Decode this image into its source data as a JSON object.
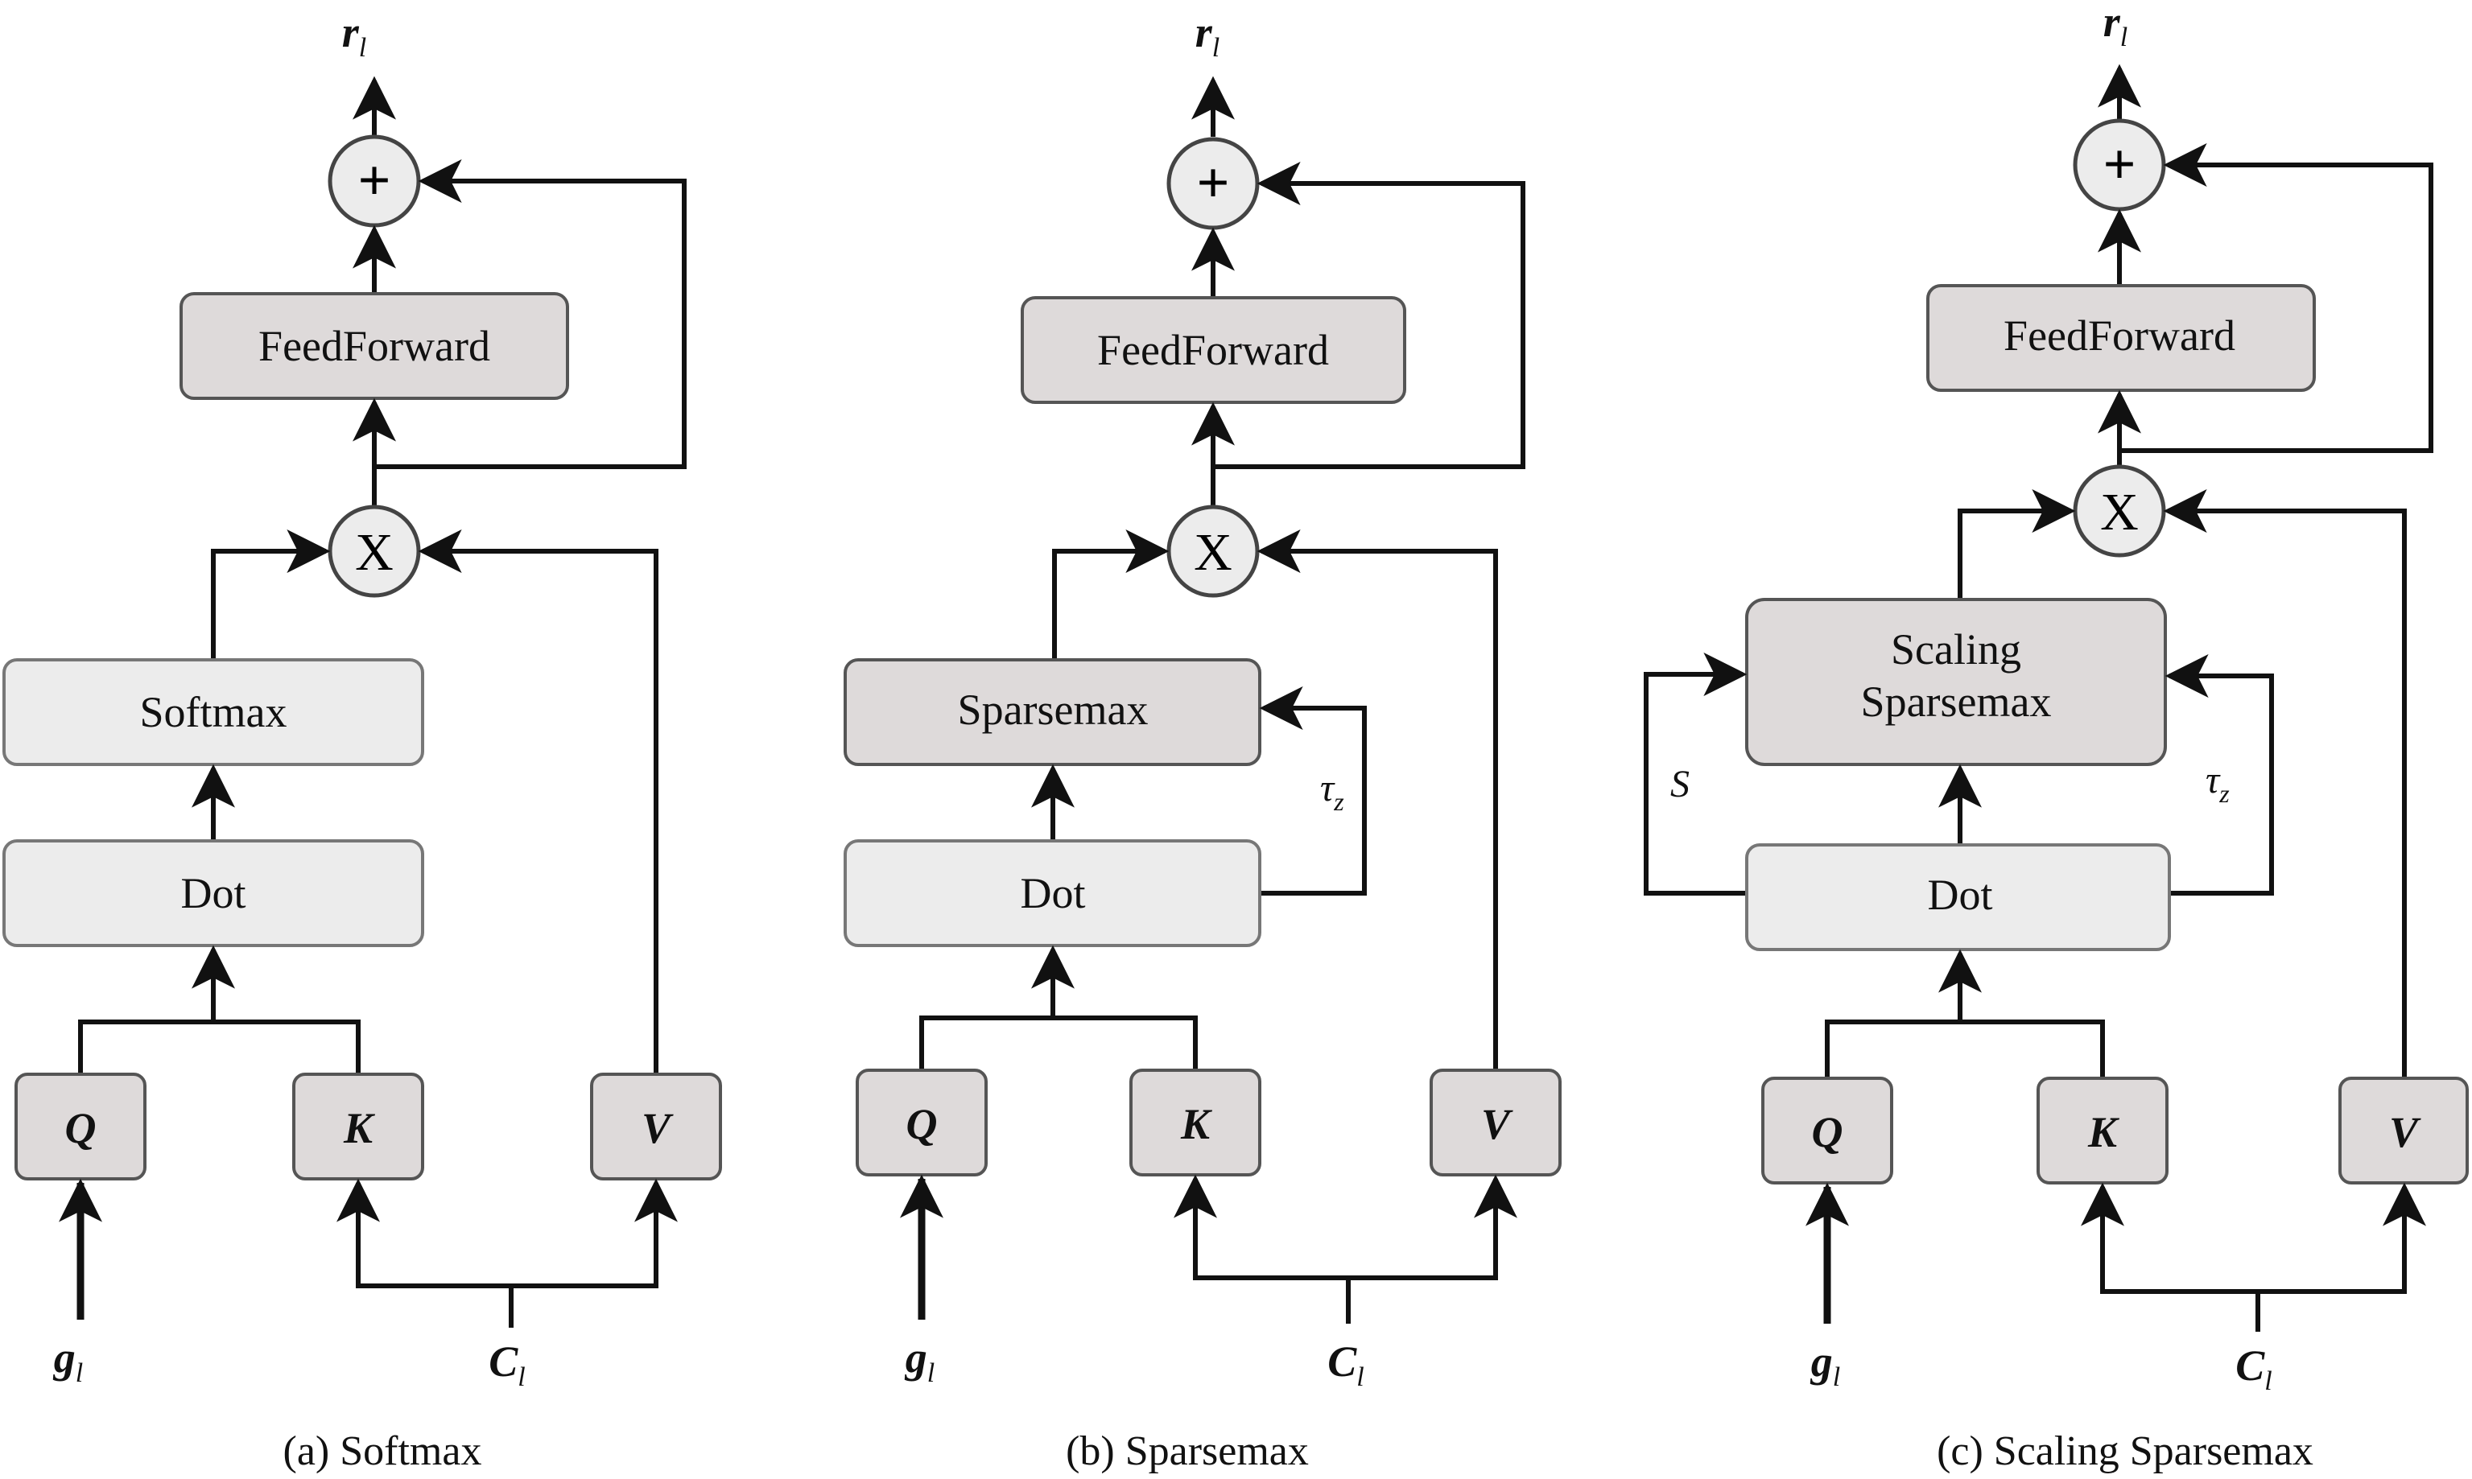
{
  "panels": [
    {
      "caption": "(a) Softmax",
      "output": "r",
      "output_sub": "l",
      "feedforward": "FeedForward",
      "attention": [
        "Softmax"
      ],
      "dot": "Dot",
      "q": "Q",
      "k": "K",
      "v": "V",
      "input_g": "g",
      "input_g_sub": "l",
      "input_c": "C",
      "input_c_sub": "l",
      "plus": "+",
      "times": "X"
    },
    {
      "caption": "(b) Sparsemax",
      "output": "r",
      "output_sub": "l",
      "feedforward": "FeedForward",
      "attention": [
        "Sparsemax"
      ],
      "dot": "Dot",
      "q": "Q",
      "k": "K",
      "v": "V",
      "input_g": "g",
      "input_g_sub": "l",
      "input_c": "C",
      "input_c_sub": "l",
      "tau": "τ",
      "tau_sub": "z",
      "plus": "+",
      "times": "X"
    },
    {
      "caption": "(c) Scaling Sparsemax",
      "output": "r",
      "output_sub": "l",
      "feedforward": "FeedForward",
      "attention": [
        "Scaling",
        "Sparsemax"
      ],
      "dot": "Dot",
      "q": "Q",
      "k": "K",
      "v": "V",
      "input_g": "g",
      "input_g_sub": "l",
      "input_c": "C",
      "input_c_sub": "l",
      "tau": "τ",
      "tau_sub": "z",
      "s": "S",
      "plus": "+",
      "times": "X"
    }
  ],
  "colors": {
    "box_dark": "#dedada",
    "box_light": "#ececec",
    "line": "#111111"
  }
}
